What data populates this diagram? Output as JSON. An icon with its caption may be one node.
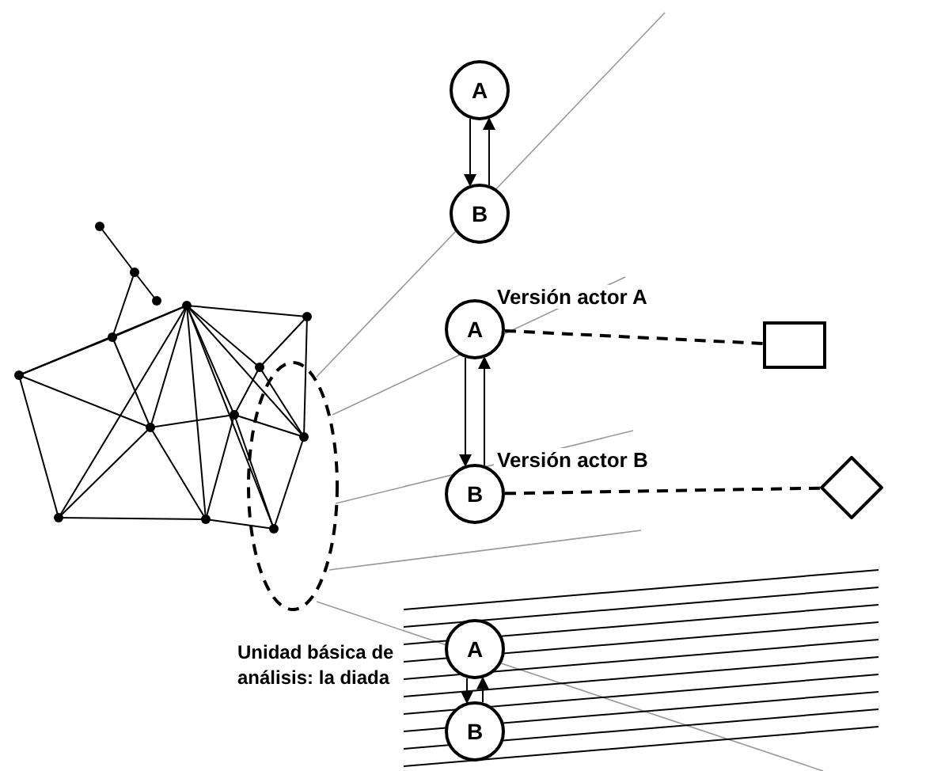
{
  "diagram": {
    "nodes": [
      {
        "text": [
          "A"
        ]
      },
      {
        "text": [
          "B"
        ]
      },
      {
        "text": [
          "A"
        ]
      },
      {
        "text": [],
        "shape": "box"
      },
      {
        "text": [
          "B"
        ]
      },
      {
        "text": [],
        "shape": "diamond"
      },
      {
        "text": [
          "A"
        ]
      },
      {
        "text": [
          "B"
        ]
      }
    ],
    "edges": [
      {
        "from": 0,
        "to": 1,
        "arrow": "to"
      },
      {
        "from": 1,
        "to": 0,
        "arrow": "to"
      },
      {
        "from": 2,
        "to": 4,
        "arrow": "to"
      },
      {
        "from": 4,
        "to": 2,
        "arrow": "to"
      },
      {
        "from": 2,
        "to": 3,
        "arrow": "none",
        "style": "dashed",
        "label": "Versión actor A"
      },
      {
        "from": 4,
        "to": 5,
        "arrow": "none",
        "style": "dashed",
        "label": "Versión actor B"
      },
      {
        "from": 6,
        "to": 7,
        "arrow": "to"
      },
      {
        "from": 7,
        "to": 6,
        "arrow": "to"
      }
    ],
    "labels": [
      "Unidad básica de análisis: la diada"
    ]
  }
}
